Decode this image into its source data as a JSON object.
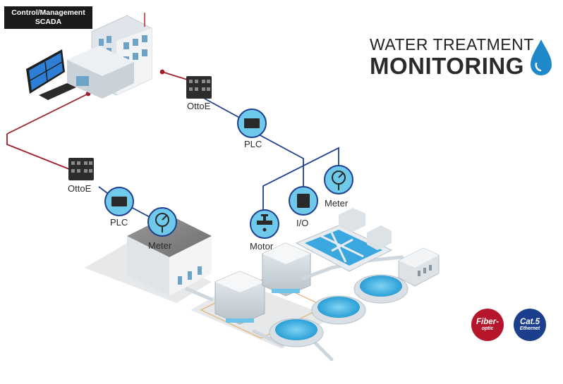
{
  "title": {
    "line1": "WATER TREATMENT",
    "line2": "MONITORING"
  },
  "scada_label": {
    "line1": "Control/Management",
    "line2": "SCADA"
  },
  "labels": {
    "ottoe_1": "OttoE",
    "ottoe_2": "OttoE",
    "plc_1": "PLC",
    "plc_2": "PLC",
    "meter_1": "Meter",
    "meter_2": "Meter",
    "motor": "Motor",
    "io": "I/O"
  },
  "badges": {
    "fiber": {
      "line1": "Fiber-",
      "line2": "optic"
    },
    "cat5": {
      "line1": "Cat.5",
      "line2": "Ethernet"
    }
  },
  "colors": {
    "fiber_link": "#a01d2c",
    "ethernet_link": "#1f3f8f",
    "node_fill": "#6fc9ea",
    "drop_blue": "#1e88c8",
    "fiber_badge": "#b5162b",
    "cat5_badge": "#1b3f8c"
  },
  "icons": [
    "monitor-icon",
    "switch-icon",
    "plc-icon",
    "gauge-icon",
    "valve-icon",
    "io-module-icon",
    "water-drop-icon"
  ]
}
